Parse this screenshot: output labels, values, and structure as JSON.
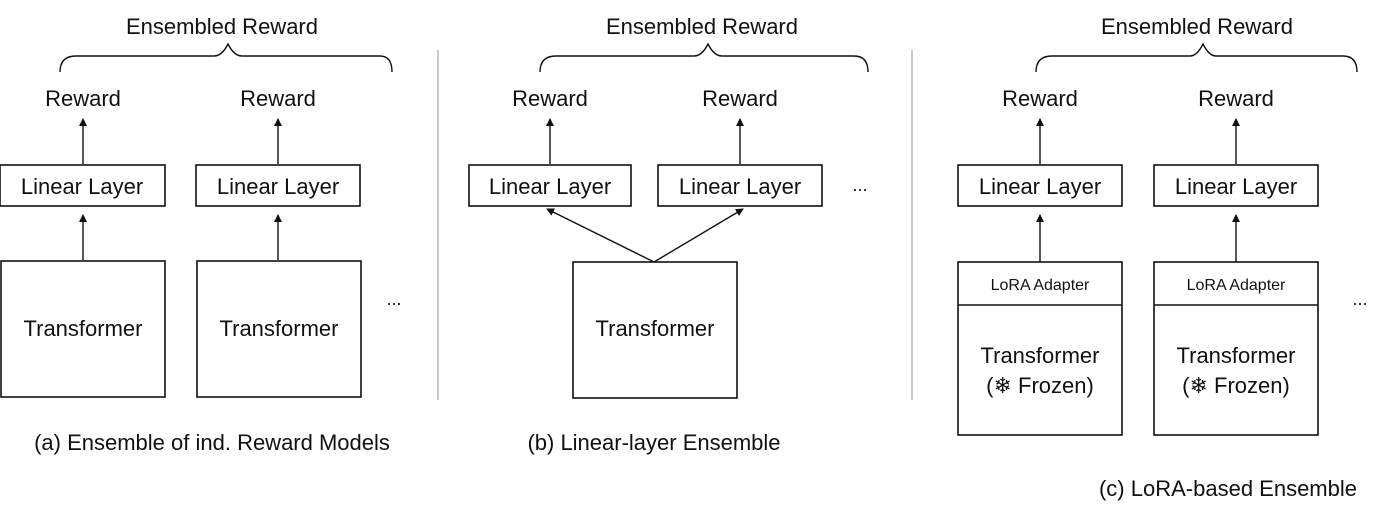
{
  "panel_a": {
    "top_label": "Ensembled Reward",
    "reward_1": "Reward",
    "reward_2": "Reward",
    "linear_1": "Linear Layer",
    "linear_2": "Linear Layer",
    "transformer_1": "Transformer",
    "transformer_2": "Transformer",
    "ellipsis": "...",
    "caption": "(a) Ensemble of ind. Reward Models"
  },
  "panel_b": {
    "top_label": "Ensembled Reward",
    "reward_1": "Reward",
    "reward_2": "Reward",
    "linear_1": "Linear Layer",
    "linear_2": "Linear Layer",
    "ellipsis": "...",
    "transformer": "Transformer",
    "caption": "(b) Linear-layer Ensemble"
  },
  "panel_c": {
    "top_label": "Ensembled Reward",
    "reward_1": "Reward",
    "reward_2": "Reward",
    "linear_1": "Linear Layer",
    "linear_2": "Linear Layer",
    "lora_1": "LoRA Adapter",
    "lora_2": "LoRA Adapter",
    "transformer_1_line1": "Transformer",
    "transformer_1_line2": "(❄ Frozen)",
    "transformer_2_line1": "Transformer",
    "transformer_2_line2": "(❄ Frozen)",
    "ellipsis": "...",
    "caption": "(c) LoRA-based Ensemble"
  }
}
